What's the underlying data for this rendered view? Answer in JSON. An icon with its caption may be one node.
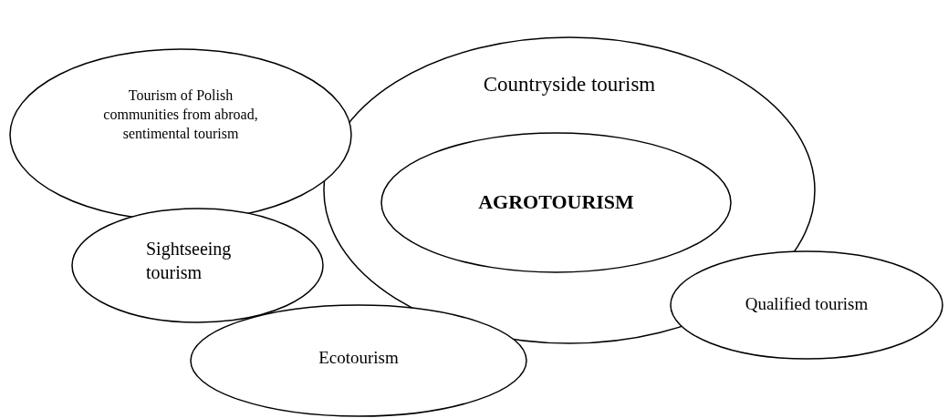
{
  "diagram": {
    "nodes": [
      {
        "text": [
          "Countryside tourism"
        ]
      },
      {
        "text": [
          "AGROTOURISM"
        ],
        "in": 0
      },
      {
        "text": [
          "Tourism of Polish communities from abroad, sentimental tourism"
        ]
      },
      {
        "text": [
          "Sightseeing tourism"
        ]
      },
      {
        "text": [
          "Qualified tourism"
        ]
      },
      {
        "text": [
          "Ecotourism"
        ]
      }
    ]
  }
}
